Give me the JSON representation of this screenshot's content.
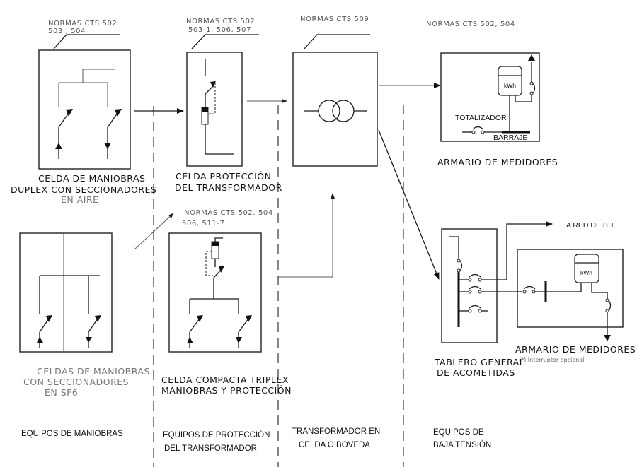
{
  "norms": {
    "cell1": [
      "NORMAS CTS 502",
      "503 , 504"
    ],
    "cell2": [
      "NORMAS CTS 502",
      "503-1, 506, 507"
    ],
    "transformer": [
      "NORMAS CTS 509"
    ],
    "meter_cabinet": [
      "NORMAS CTS 502, 504"
    ],
    "compact": [
      "NORMAS CTS 502, 504",
      "506, 511-7"
    ]
  },
  "captions": {
    "cell_duplex": [
      "CELDA DE MANIOBRAS",
      "DUPLEX CON SECCIONADORES"
    ],
    "cell_duplex_sub": "EN AIRE",
    "cell_protection": [
      "CELDA PROTECCIÓN",
      "DEL TRANSFORMADOR"
    ],
    "meter_cabinet_top": "ARMARIO DE MEDIDORES",
    "cells_sf6": [
      "CELDAS DE MANIOBRAS",
      "CON SECCIONADORES",
      "EN SF6"
    ],
    "compact_triplex": [
      "CELDA COMPACTA TRIPLEX",
      "MANIOBRAS Y PROTECCIÓN"
    ],
    "general_board": [
      "TABLERO GENERAL",
      "DE ACOMETIDAS"
    ],
    "meter_cabinet_bottom": "ARMARIO DE MEDIDORES",
    "optional_note": "(*) Interruptor opcional",
    "to_network": "A RED DE B.T."
  },
  "labels": {
    "totalizer": "TOTALIZADOR",
    "busbar": "BARRAJE",
    "kwh": "kWh"
  },
  "sections": [
    {
      "lines": [
        "EQUIPOS DE MANIOBRAS"
      ]
    },
    {
      "lines": [
        "EQUIPOS DE PROTECCIÓN",
        "DEL TRANSFORMADOR"
      ]
    },
    {
      "lines": [
        "TRANSFORMADOR EN",
        "CELDA O BOVEDA"
      ]
    },
    {
      "lines": [
        "EQUIPOS DE",
        "BAJA TENSIÓN"
      ]
    }
  ]
}
